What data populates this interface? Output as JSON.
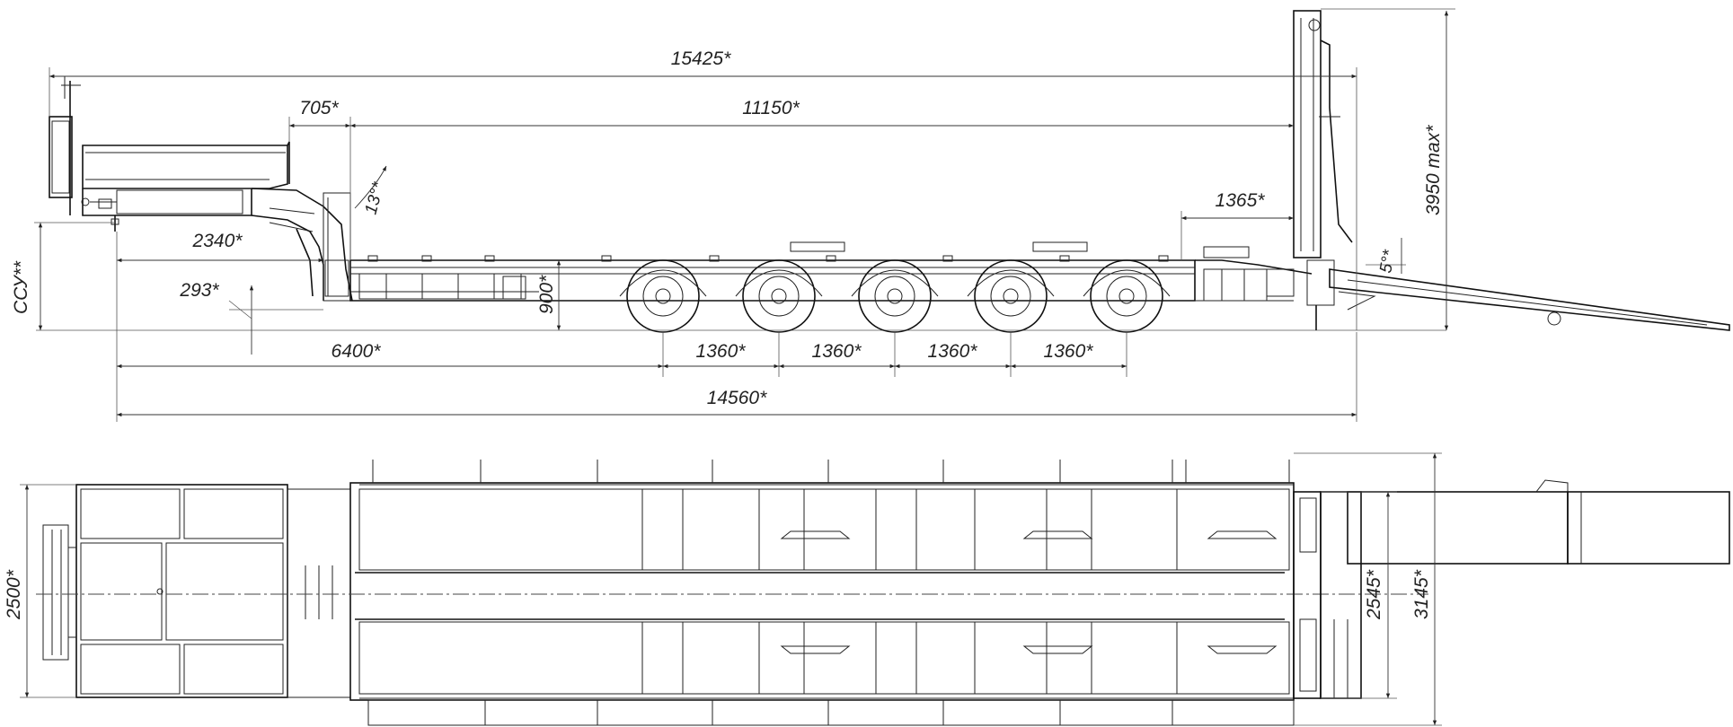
{
  "side_view": {
    "overall_length": "15425*",
    "gooseneck_offset": "705*",
    "deck_length": "11150*",
    "gooseneck_angle": "13°*",
    "ramp_length": "1365*",
    "ramp_angle": "5°*",
    "max_height": "3950 max*",
    "kingpin_height": "ССУ**",
    "kingpin_to_neck": "2340*",
    "deck_drop": "293*",
    "deck_height": "900*",
    "kingpin_to_axle": "6400*",
    "axle_spacing": [
      "1360*",
      "1360*",
      "1360*",
      "1360*"
    ],
    "frame_length": "14560*"
  },
  "top_view": {
    "overall_width": "2500*",
    "ramp_width": "2545*",
    "ramp_outer_width": "3145*"
  }
}
